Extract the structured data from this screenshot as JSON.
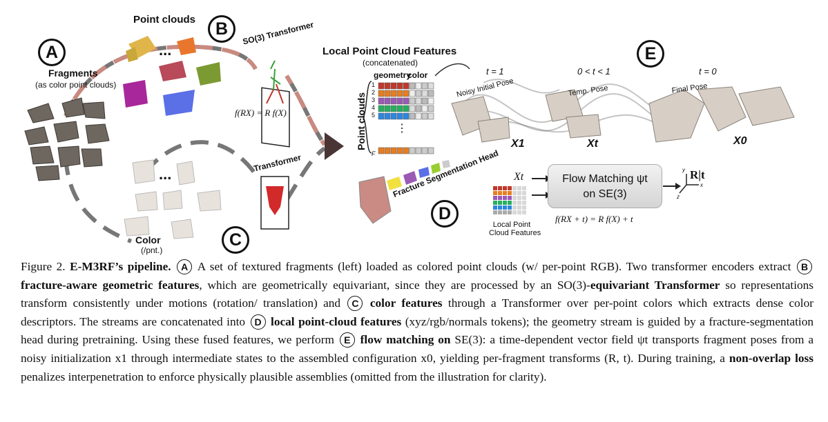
{
  "figure": {
    "markers": {
      "a": "A",
      "b": "B",
      "c": "C",
      "d": "D",
      "e": "E"
    },
    "left": {
      "point_clouds": "Point clouds",
      "fragments": "Fragments",
      "fragments_sub": "(as color point clouds)",
      "ellipsis_top": "...",
      "ellipsis_bottom": "...",
      "color": "Color",
      "color_sub": "(/pnt.)"
    },
    "encoders": {
      "so3_title": "SO(3) Transformer",
      "equivariance": "f(RX) = R f(X)",
      "transformer_title": "Transformer"
    },
    "features": {
      "title": "Local Point Cloud Features",
      "subtitle": "(concatenated)",
      "geometry": "geometry",
      "color": "color",
      "point_clouds_axis": "Point clouds",
      "rows": [
        "1",
        "2",
        "3",
        "4",
        "5"
      ],
      "last_row": "F",
      "vdots": "⋮",
      "fracture_head": "Fracture Segmentation Head"
    },
    "flow": {
      "t1": "t = 1",
      "tmid": "0 < t < 1",
      "t0": "t = 0",
      "noisy": "Noisy Initial Pose",
      "temp": "Temp. Pose",
      "final": "Final Pose",
      "x1": "X1",
      "xt": "Xt",
      "x0": "X0",
      "xt_input": "Xt",
      "box_line1": "Flow Matching ψt",
      "box_line2": "on SE(3)",
      "rt": "R|t",
      "axis_x": "x",
      "axis_y": "y",
      "axis_z": "z",
      "se3_equivariance": "f(RX + t) = R f(X) + t",
      "local_features_line1": "Local Point",
      "local_features_line2": "Cloud Features"
    }
  },
  "caption": {
    "fig": "Figure 2.",
    "name": "E-M3RF’s pipeline.",
    "a": "A",
    "s1": "A set of textured fragments (left) loaded as colored point clouds (w/ per-point RGB). Two transformer encoders extract",
    "b": "B",
    "s2": "fracture-aware geometric features",
    "s3": ", which are geometrically equivariant, since they are processed by an SO(3)-",
    "s4": "equivariant Transformer",
    "s5": "so representations transform consistently under motions (rotation/ translation) and",
    "c": "C",
    "s6": "color features",
    "s7": "through a Transformer over per-point colors which extracts dense color descriptors. The streams are concatenated into",
    "d": "D",
    "s8": "local point-cloud features",
    "s9": "(xyz/rgb/normals tokens); the geometry stream is guided by a fracture-segmentation head during pretraining. Using these fused features, we perform",
    "e": "E",
    "s10": "flow matching on",
    "s11": "SE(3): a time-dependent vector field ψt transports fragment poses from a noisy initialization x1 through intermediate states to the assembled configuration x0, yielding per-fragment transforms (R, t). During training, a",
    "s12": "non-overlap loss",
    "s13": "penalizes interpenetration to enforce physically plausible assemblies (omitted from the illustration for clarity)."
  }
}
